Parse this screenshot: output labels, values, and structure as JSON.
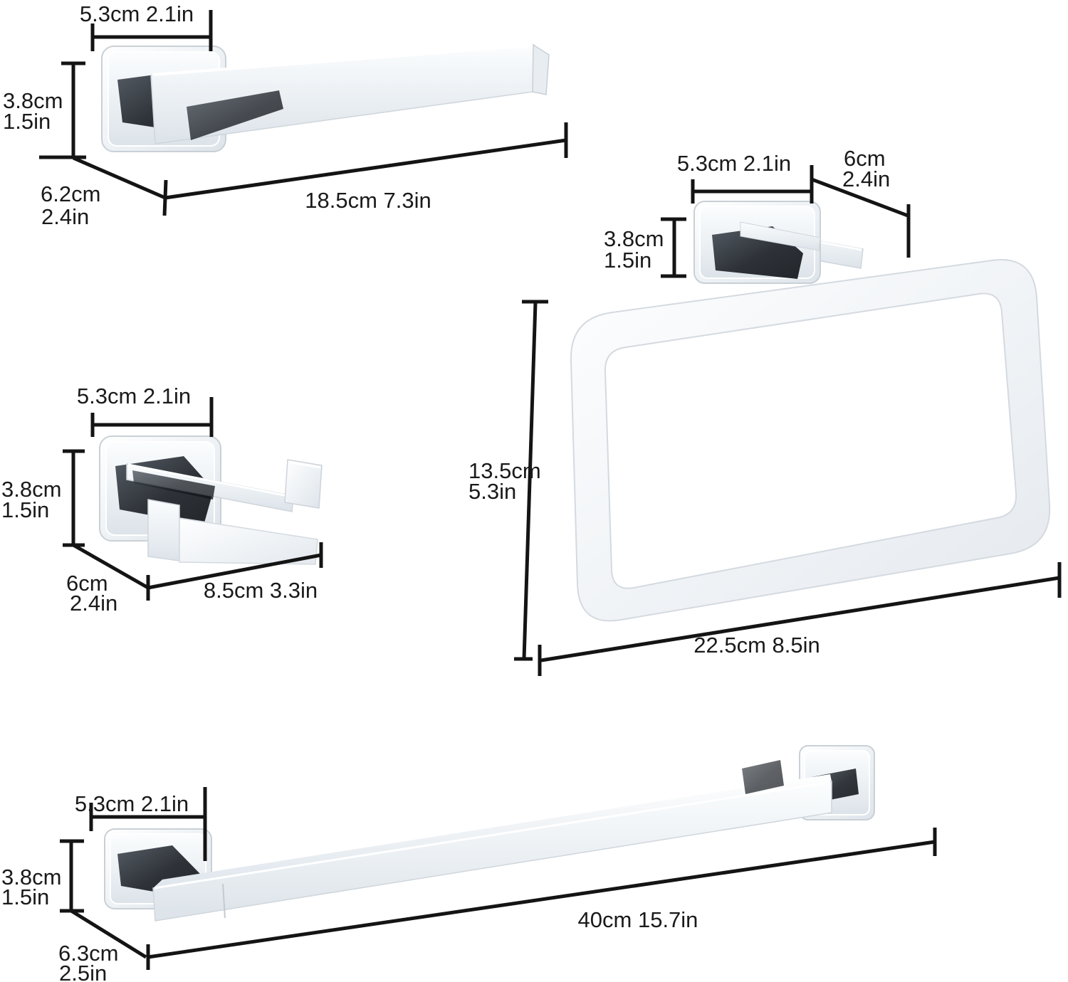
{
  "page": {
    "type": "product-dimension-diagram",
    "background": "#ffffff",
    "colors": {
      "dimension_line": "#141414",
      "label_text": "#1a1a1a",
      "chrome_light": "#f4f7fa",
      "chrome_mid": "#e3e9ee",
      "chrome_dark_reflection": "#14181e",
      "chrome_edge": "#c9d0d6"
    }
  },
  "products": {
    "toilet_paper_holder": {
      "name": "toilet paper holder",
      "plate_width": "5.3cm 2.1in",
      "height_cm": "3.8cm",
      "height_in": "1.5in",
      "depth_cm": "6.2cm",
      "depth_in": "2.4in",
      "length": "18.5cm 7.3in"
    },
    "robe_hook": {
      "name": "double robe hook",
      "plate_width": "5.3cm 2.1in",
      "height_cm": "3.8cm",
      "height_in": "1.5in",
      "depth_cm": "6cm",
      "depth_in": "2.4in",
      "length": "8.5cm 3.3in"
    },
    "towel_ring": {
      "name": "towel ring",
      "plate_width": "5.3cm 2.1in",
      "plate_depth_cm": "6cm",
      "plate_depth_in": "2.4in",
      "plate_height_cm": "3.8cm",
      "plate_height_in": "1.5in",
      "ring_height_cm": "13.5cm",
      "ring_height_in": "5.3in",
      "ring_width": "22.5cm 8.5in"
    },
    "towel_bar": {
      "name": "towel bar",
      "plate_width": "5.3cm 2.1in",
      "height_cm": "3.8cm",
      "height_in": "1.5in",
      "depth_cm": "6.3cm",
      "depth_in": "2.5in",
      "length": "40cm 15.7in"
    }
  }
}
